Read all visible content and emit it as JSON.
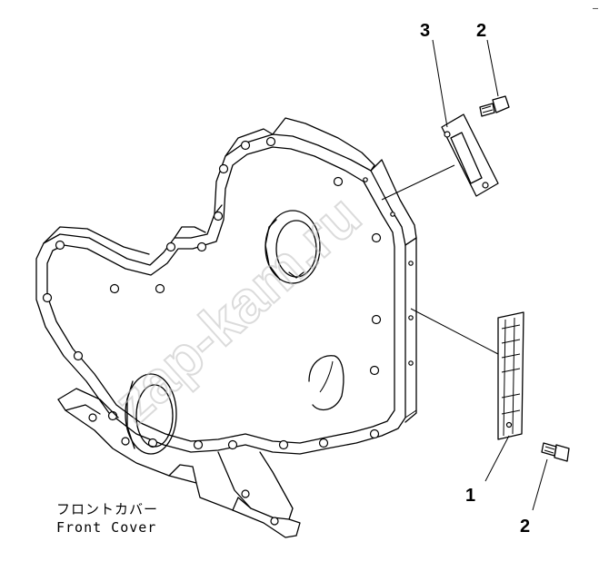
{
  "callouts": {
    "part_3": "3",
    "part_2_top": "2",
    "part_1": "1",
    "part_2_bottom": "2"
  },
  "caption": {
    "japanese": "フロントカバー",
    "english": "Front Cover"
  },
  "watermark": "zap-kam.ru",
  "corner_mark": "‒"
}
